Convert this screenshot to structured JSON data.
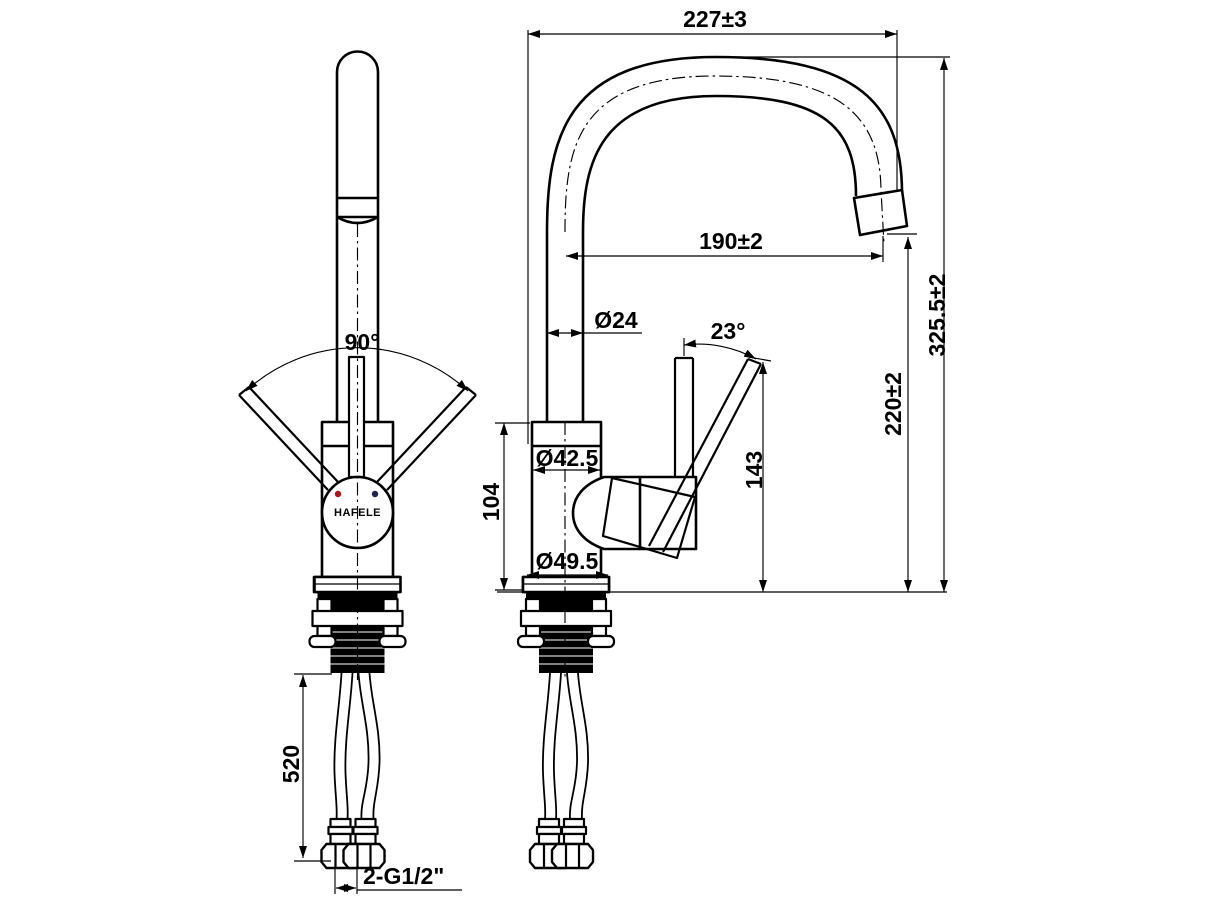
{
  "drawing": {
    "type": "faucet-installation-dimension-drawing",
    "logo_text": "HAFELE",
    "front_view": {
      "swivel_angle": "90°",
      "hose_length": "520",
      "connection_thread": "2-G1/2\""
    },
    "side_view": {
      "total_projection": "227±3",
      "spout_reach": "190±2",
      "spout_tube_diameter": "Ø24",
      "lever_angle": "23°",
      "total_height": "325.5±2",
      "outlet_height": "220±2",
      "body_diameter": "Ø42.5",
      "body_height": "104",
      "lever_height": "143",
      "base_diameter": "Ø49.5"
    },
    "colors": {
      "line": "#000000",
      "paper": "#ffffff",
      "hot_indicator": "#a81418",
      "cold_indicator": "#1d234f"
    }
  }
}
